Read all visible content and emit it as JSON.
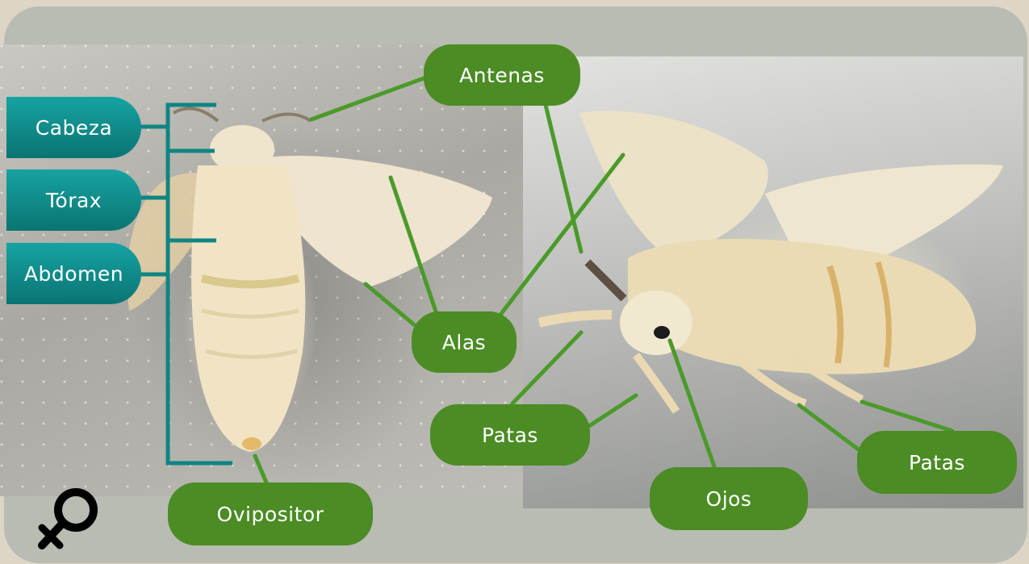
{
  "labels": {
    "antenas": "Antenas",
    "cabeza": "Cabeza",
    "torax": "Tórax",
    "abdomen": "Abdomen",
    "alas": "Alas",
    "patas_left": "Patas",
    "patas_right": "Patas",
    "ojos": "Ojos",
    "ovipositor": "Ovipositor"
  },
  "symbol": {
    "icon": "female-symbol-icon"
  },
  "colors": {
    "label_green": "#4b8c25",
    "label_teal": "#0e8a88",
    "line_green": "#4b9a2a",
    "bracket_teal": "#0f8583"
  }
}
